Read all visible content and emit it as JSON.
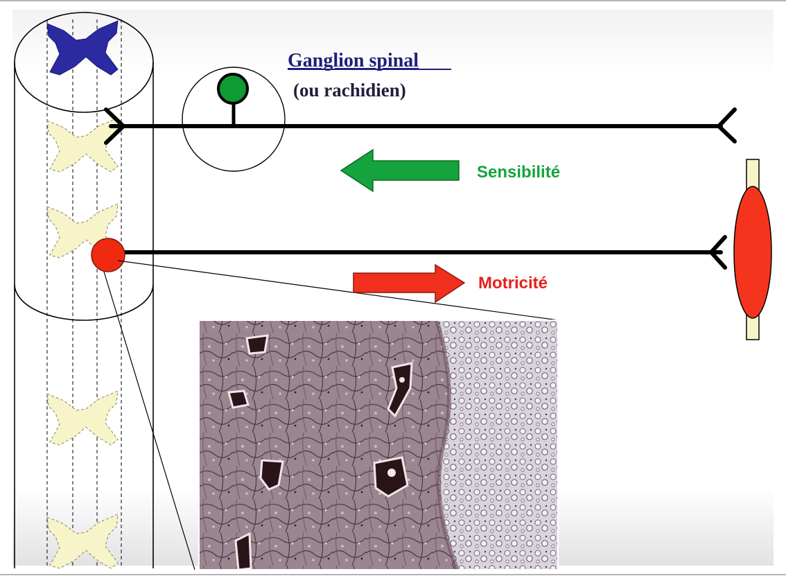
{
  "labels": {
    "ganglion_title": "Ganglion spinal",
    "ganglion_subtitle": "(ou rachidien)",
    "sensibilite": "Sensibilité",
    "motricite": "Motricité"
  },
  "colors": {
    "ganglion_title": "#1f1f7a",
    "sensibilite": "#14a33c",
    "motricite": "#e8201a",
    "neuron_green": "#0d9b32",
    "neuron_red": "#f02a10",
    "muscle_red": "#f5341e",
    "grey_matter_top": "#2b2aa0",
    "grey_matter_faded": "#f7f4c9",
    "nerve_line": "#000000"
  },
  "icons": {
    "sensory_arrow": "arrow-left-icon",
    "motor_arrow": "arrow-right-icon"
  }
}
